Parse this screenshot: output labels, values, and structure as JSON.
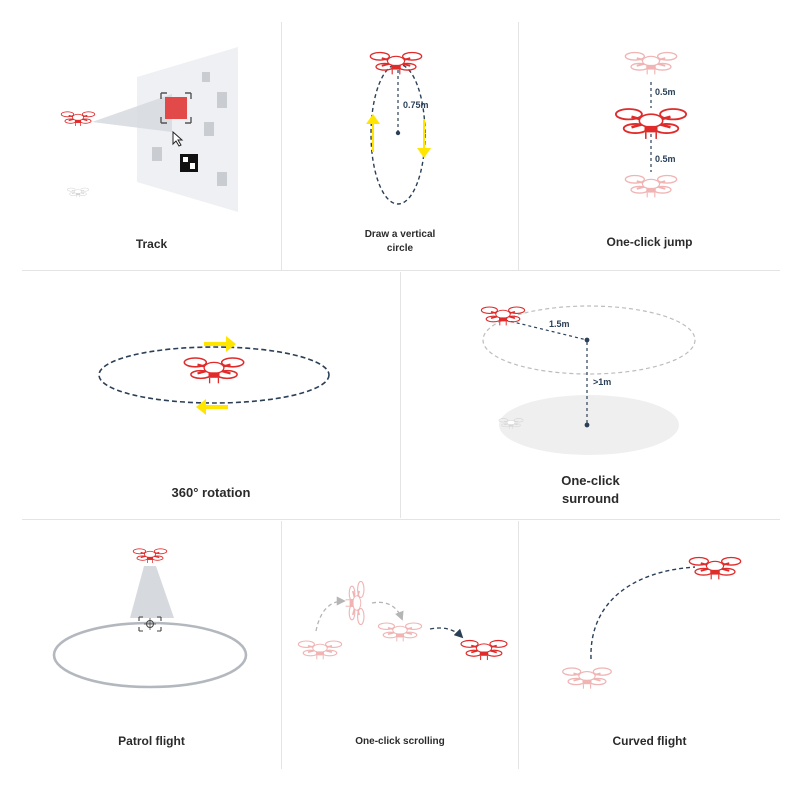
{
  "panels": {
    "track": {
      "caption": "Track"
    },
    "vertical_circle": {
      "caption_line1": "Draw a vertical",
      "caption_line2": "circle",
      "dim": "0.75m"
    },
    "jump": {
      "caption": "One-click jump",
      "dim_top": "0.5m",
      "dim_bottom": "0.5m"
    },
    "rotation": {
      "caption": "360° rotation"
    },
    "surround": {
      "caption_line1": "One-click",
      "caption_line2": "surround",
      "dim_radius": "1.5m",
      "dim_height": ">1m"
    },
    "patrol": {
      "caption": "Patrol flight"
    },
    "scrolling": {
      "caption": "One-click scrolling"
    },
    "curved": {
      "caption": "Curved flight"
    }
  },
  "colors": {
    "drone_red": "#e02b2b",
    "drone_faded": "#f0b4b4",
    "arrow_yellow": "#ffe500",
    "dash_navy": "#2b4057",
    "grid_line": "#e4e4e4"
  }
}
